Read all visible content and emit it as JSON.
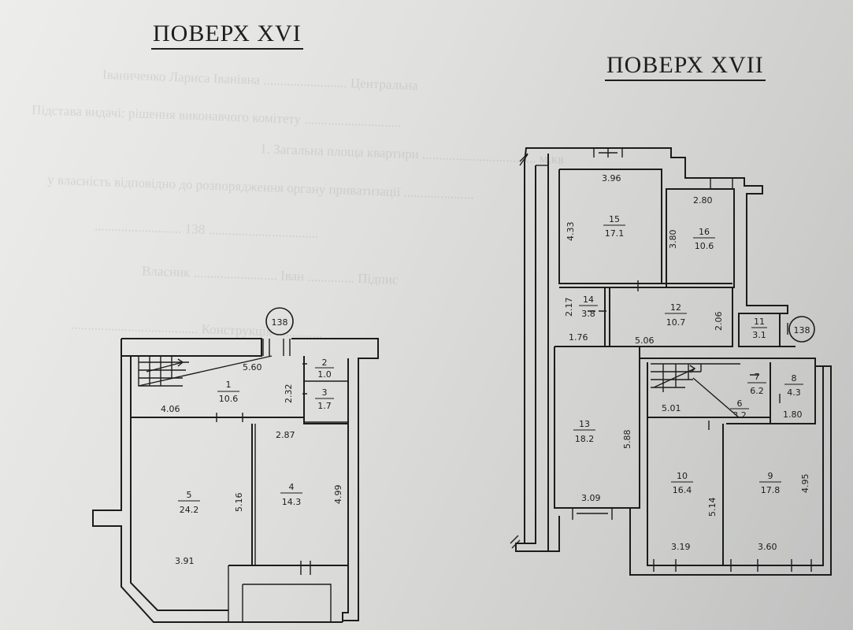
{
  "floors": [
    {
      "title": "ПОВЕРХ XVI",
      "apartment_marker": "138",
      "rooms": [
        {
          "number": "1",
          "area": "10.6"
        },
        {
          "number": "2",
          "area": "1.0"
        },
        {
          "number": "3",
          "area": "1.7"
        },
        {
          "number": "4",
          "area": "14.3"
        },
        {
          "number": "5",
          "area": "24.2"
        }
      ],
      "dimensions": [
        "5.60",
        "2.32",
        "4.06",
        "2.87",
        "5.16",
        "4.99",
        "3.91"
      ]
    },
    {
      "title": "ПОВЕРХ XVII",
      "apartment_marker": "138",
      "rooms": [
        {
          "number": "15",
          "area": "17.1"
        },
        {
          "number": "16",
          "area": "10.6"
        },
        {
          "number": "14",
          "area": "3.8"
        },
        {
          "number": "12",
          "area": "10.7"
        },
        {
          "number": "11",
          "area": "3.1"
        },
        {
          "number": "13",
          "area": "18.2"
        },
        {
          "number": "7",
          "area": "6.2"
        },
        {
          "number": "8",
          "area": "4.3"
        },
        {
          "number": "6",
          "area": "3.2"
        },
        {
          "number": "10",
          "area": "16.4"
        },
        {
          "number": "9",
          "area": "17.8"
        }
      ],
      "dimensions": [
        "3.96",
        "4.33",
        "2.80",
        "3.80",
        "2.17",
        "1.76",
        "5.06",
        "2.06",
        "5.01",
        "1.80",
        "5.88",
        "3.09",
        "5.14",
        "4.95",
        "3.19",
        "3.60"
      ]
    }
  ]
}
